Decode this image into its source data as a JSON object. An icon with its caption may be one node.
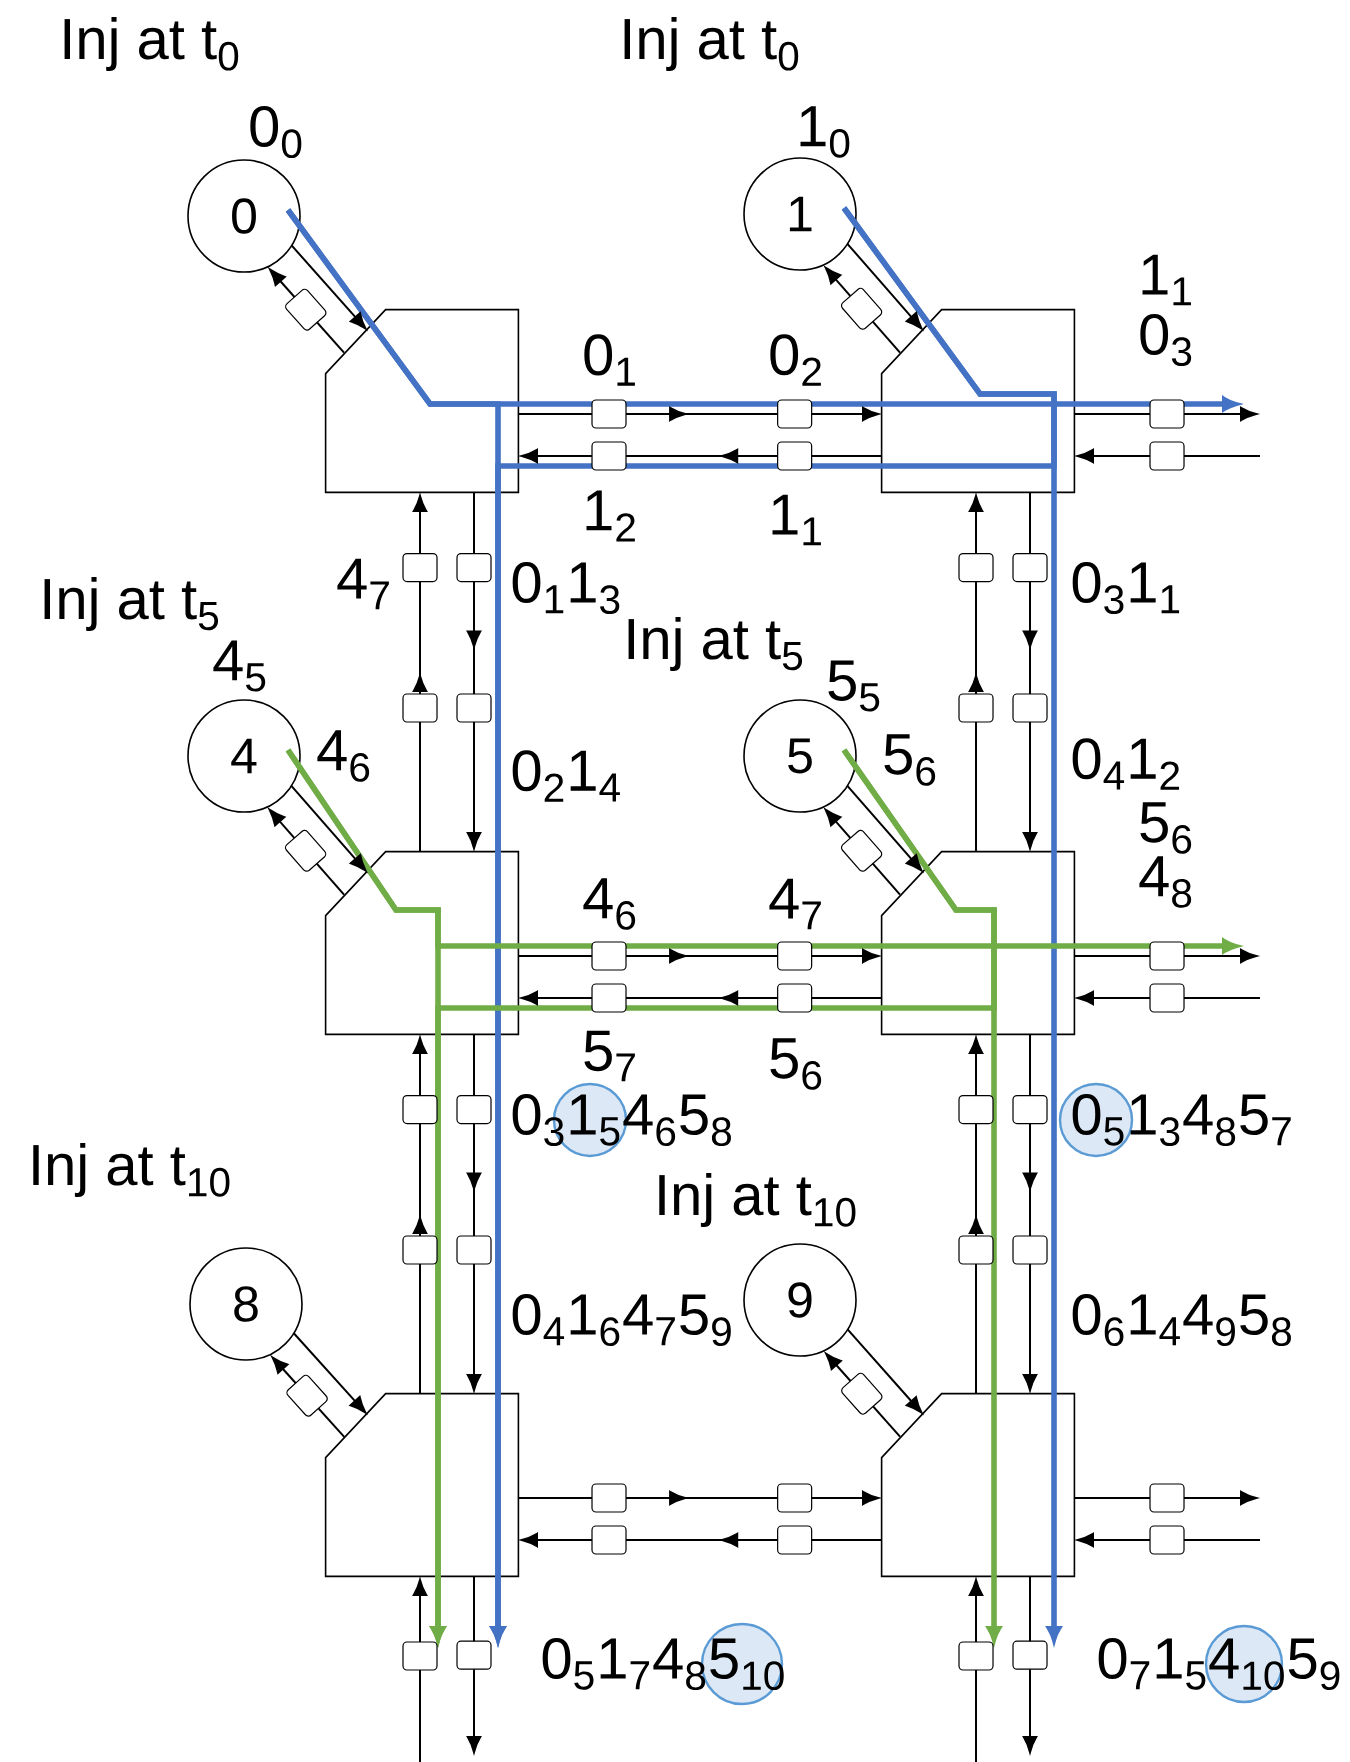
{
  "diagram": {
    "nodes": [
      {
        "text": [
          "0"
        ],
        "beside": [
          "Inj at t$_{0}$",
          "0$_{0}$"
        ]
      },
      {
        "text": [
          "1"
        ],
        "beside": [
          "Inj at t$_{0}$",
          "1$_{0}$"
        ]
      },
      {
        "text": [],
        "shape": "box"
      },
      {
        "text": [],
        "shape": "box"
      },
      {
        "text": [
          "4"
        ],
        "beside": [
          "Inj at t$_{5}$",
          "4$_{5}$"
        ]
      },
      {
        "text": [
          "5"
        ],
        "beside": [
          "Inj at t$_{5}$",
          "5$_{5}$"
        ]
      },
      {
        "text": [],
        "shape": "box"
      },
      {
        "text": [],
        "shape": "box"
      },
      {
        "text": [
          "8"
        ],
        "beside": [
          "Inj at t$_{10}$"
        ]
      },
      {
        "text": [
          "9"
        ],
        "beside": [
          "Inj at t$_{10}$"
        ]
      },
      {
        "text": [],
        "shape": "box"
      },
      {
        "text": [],
        "shape": "box"
      }
    ],
    "edges": [
      {
        "from": 0,
        "to": 2,
        "arrow": "to"
      },
      {
        "from": 2,
        "to": 0,
        "arrow": "to"
      },
      {
        "from": 1,
        "to": 3,
        "arrow": "to"
      },
      {
        "from": 3,
        "to": 1,
        "arrow": "to"
      },
      {
        "from": 4,
        "to": 6,
        "arrow": "to"
      },
      {
        "from": 6,
        "to": 4,
        "arrow": "to"
      },
      {
        "from": 5,
        "to": 7,
        "arrow": "to"
      },
      {
        "from": 7,
        "to": 5,
        "arrow": "to"
      },
      {
        "from": 8,
        "to": 10,
        "arrow": "to"
      },
      {
        "from": 10,
        "to": 8,
        "arrow": "to"
      },
      {
        "from": 9,
        "to": 11,
        "arrow": "to"
      },
      {
        "from": 11,
        "to": 9,
        "arrow": "to"
      },
      {
        "from": 2,
        "to": 3,
        "arrow": "to"
      },
      {
        "from": 3,
        "to": 2,
        "arrow": "to"
      },
      {
        "from": 3,
        "to": null,
        "arrow": "to"
      },
      {
        "from": null,
        "to": 3,
        "arrow": "to"
      },
      {
        "from": 6,
        "to": 7,
        "arrow": "to"
      },
      {
        "from": 7,
        "to": 6,
        "arrow": "to"
      },
      {
        "from": 7,
        "to": null,
        "arrow": "to"
      },
      {
        "from": null,
        "to": 7,
        "arrow": "to"
      },
      {
        "from": 10,
        "to": 11,
        "arrow": "to"
      },
      {
        "from": 11,
        "to": 10,
        "arrow": "to"
      },
      {
        "from": 11,
        "to": null,
        "arrow": "to"
      },
      {
        "from": null,
        "to": 11,
        "arrow": "to"
      },
      {
        "from": 2,
        "to": 6,
        "arrow": "to"
      },
      {
        "from": 6,
        "to": 2,
        "arrow": "to"
      },
      {
        "from": 6,
        "to": 10,
        "arrow": "to"
      },
      {
        "from": 10,
        "to": 6,
        "arrow": "to"
      },
      {
        "from": 10,
        "to": null,
        "arrow": "to"
      },
      {
        "from": null,
        "to": 10,
        "arrow": "to"
      },
      {
        "from": 3,
        "to": 7,
        "arrow": "to"
      },
      {
        "from": 7,
        "to": 3,
        "arrow": "to"
      },
      {
        "from": 7,
        "to": 11,
        "arrow": "to"
      },
      {
        "from": 11,
        "to": 7,
        "arrow": "to"
      },
      {
        "from": 11,
        "to": null,
        "arrow": "to"
      },
      {
        "from": null,
        "to": 11,
        "arrow": "to"
      },
      {
        "from": 0,
        "to": null,
        "arrow": "to",
        "style": "thick",
        "color": "#4472c4"
      },
      {
        "from": 0,
        "to": null,
        "arrow": "to",
        "style": "thick",
        "color": "#4472c4"
      },
      {
        "from": 1,
        "to": null,
        "arrow": "to",
        "style": "thick",
        "color": "#4472c4"
      },
      {
        "from": 1,
        "to": null,
        "arrow": "to",
        "style": "thick",
        "color": "#4472c4"
      },
      {
        "from": 4,
        "to": null,
        "arrow": "to",
        "style": "thick",
        "color": "#70ad47"
      },
      {
        "from": 4,
        "to": null,
        "arrow": "to",
        "style": "thick",
        "color": "#70ad47"
      },
      {
        "from": 5,
        "to": null,
        "arrow": "to",
        "style": "thick",
        "color": "#70ad47"
      },
      {
        "from": 5,
        "to": null,
        "arrow": "to",
        "style": "thick",
        "color": "#70ad47"
      }
    ],
    "labels": [
      "1$_{1}$",
      "0$_{1}$",
      "0$_{2}$",
      "0$_{3}$",
      "1$_{2}$",
      "1$_{1}$",
      "4$_{7}$",
      "0$_{1}$1$_{3}$",
      "0$_{3}$1$_{1}$",
      "4$_{6}$",
      "0$_{2}$1$_{4}$",
      "5$_{6}$",
      "0$_{4}$1$_{2}$",
      "5$_{6}$",
      "4$_{6}$",
      "4$_{7}$",
      "4$_{8}$",
      "5$_{7}$",
      "5$_{6}$",
      "0$_{3}$1$_{5}$4$_{6}$5$_{8}$",
      "0$_{5}$1$_{3}$4$_{8}$5$_{7}$",
      "0$_{4}$1$_{6}$4$_{7}$5$_{9}$",
      "0$_{6}$1$_{4}$4$_{9}$5$_{8}$",
      "0$_{5}$1$_{7}$4$_{8}$5$_{10}$",
      "0$_{7}$1$_{5}$4$_{10}$5$_{9}$"
    ]
  }
}
